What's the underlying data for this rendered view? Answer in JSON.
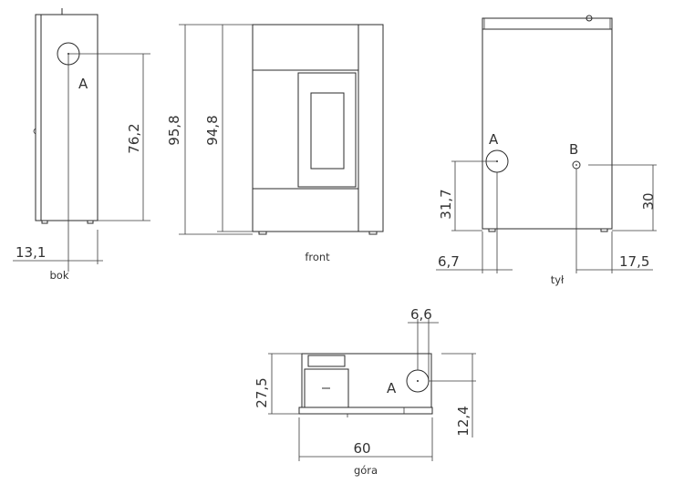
{
  "views": {
    "side": {
      "caption": "bok",
      "marker": "A",
      "dim_height": "76,2",
      "dim_offset": "13,1"
    },
    "front": {
      "caption": "front",
      "dim_total_height": "95,8",
      "dim_body_height": "94,8"
    },
    "back": {
      "caption": "tył",
      "marker_a": "A",
      "marker_b": "B",
      "dim_a_height": "31,7",
      "dim_b_height": "30",
      "dim_a_offset": "6,7",
      "dim_b_offset": "17,5"
    },
    "top": {
      "caption": "góra",
      "marker": "A",
      "dim_width": "60",
      "dim_depth": "27,5",
      "dim_pipe_diameter": "6,6",
      "dim_pipe_offset": "12,4"
    }
  }
}
